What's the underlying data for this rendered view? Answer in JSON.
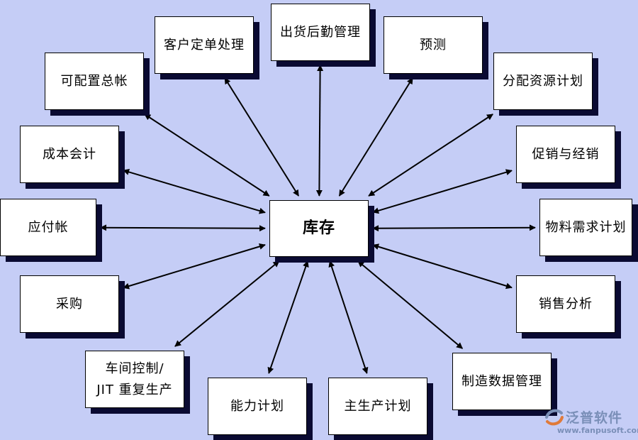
{
  "center": {
    "id": "inventory",
    "label": "库存"
  },
  "nodes": [
    {
      "id": "customer-order",
      "label": "客户定单处理"
    },
    {
      "id": "shipping-logistics",
      "label": "出货后勤管理"
    },
    {
      "id": "forecast",
      "label": "预测"
    },
    {
      "id": "distribution-planning",
      "label": "分配资源计划"
    },
    {
      "id": "configurable-ledger",
      "label": "可配置总帐"
    },
    {
      "id": "cost-accounting",
      "label": "成本会计"
    },
    {
      "id": "promotion-distribution",
      "label": "促销与经销"
    },
    {
      "id": "accounts-payable",
      "label": "应付帐"
    },
    {
      "id": "mrp",
      "label": "物料需求计划"
    },
    {
      "id": "purchasing",
      "label": "采购"
    },
    {
      "id": "sales-analysis",
      "label": "销售分析"
    },
    {
      "id": "shop-floor-jit",
      "label": "车间控制/\nJIT 重复生产"
    },
    {
      "id": "capacity-planning",
      "label": "能力计划"
    },
    {
      "id": "master-production",
      "label": "主生产计划"
    },
    {
      "id": "manufacturing-data",
      "label": "制造数据管理"
    }
  ],
  "connections": [
    {
      "from": "inventory",
      "to": "customer-order",
      "direction": "both"
    },
    {
      "from": "inventory",
      "to": "shipping-logistics",
      "direction": "both"
    },
    {
      "from": "inventory",
      "to": "forecast",
      "direction": "both"
    },
    {
      "from": "inventory",
      "to": "distribution-planning",
      "direction": "both"
    },
    {
      "from": "inventory",
      "to": "configurable-ledger",
      "direction": "both"
    },
    {
      "from": "inventory",
      "to": "cost-accounting",
      "direction": "both"
    },
    {
      "from": "inventory",
      "to": "promotion-distribution",
      "direction": "both"
    },
    {
      "from": "inventory",
      "to": "accounts-payable",
      "direction": "both"
    },
    {
      "from": "inventory",
      "to": "mrp",
      "direction": "both"
    },
    {
      "from": "inventory",
      "to": "purchasing",
      "direction": "both"
    },
    {
      "from": "inventory",
      "to": "sales-analysis",
      "direction": "both"
    },
    {
      "from": "inventory",
      "to": "shop-floor-jit",
      "direction": "both"
    },
    {
      "from": "inventory",
      "to": "capacity-planning",
      "direction": "both"
    },
    {
      "from": "inventory",
      "to": "master-production",
      "direction": "both"
    },
    {
      "from": "inventory",
      "to": "manufacturing-data",
      "direction": "both"
    }
  ],
  "logo": {
    "name": "泛普软件",
    "url": "www.fanpusoft.com",
    "color": "#7a8fb8"
  },
  "colors": {
    "background": "#c5cdf6",
    "box_shadow": "#0a0a32",
    "arrow": "#000000"
  }
}
